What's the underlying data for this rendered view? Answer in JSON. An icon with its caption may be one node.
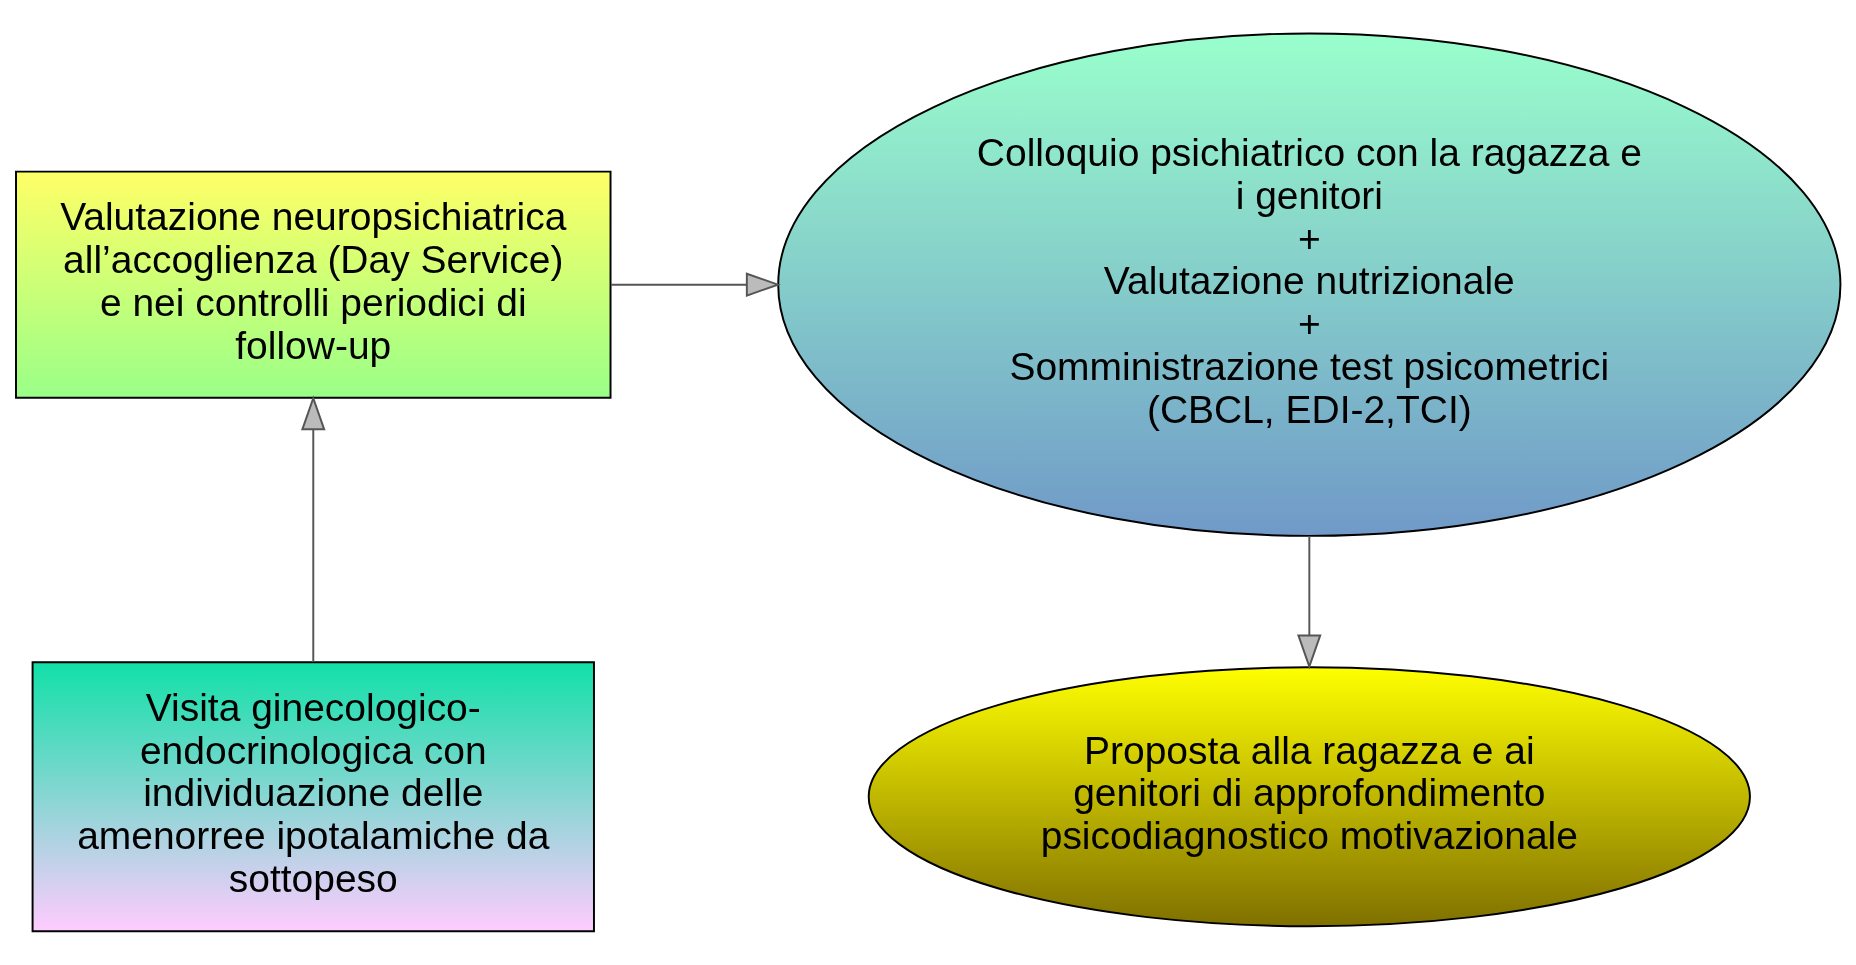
{
  "diagram": {
    "nodes": [
      {
        "text": [
          "Valutazione neuropsichiatrica all’accoglienza (Day Service) e nei controlli periodici di follow-up"
        ]
      },
      {
        "text": [
          "Colloquio psichiatrico con la ragazza e i genitori",
          "+",
          "Valutazione nutrizionale",
          "+",
          "Somministrazione test psicometrici (CBCL, EDI-2,TCI)"
        ]
      },
      {
        "text": [
          "Visita ginecologico-endocrinologica con individuazione delle amenorree ipotalamiche da sottopeso"
        ]
      },
      {
        "text": [
          "Proposta alla ragazza e ai genitori di approfondimento psicodiagnostico motivazionale"
        ]
      }
    ],
    "edges": [
      {
        "from": 2,
        "to": 0,
        "arrow": "to"
      },
      {
        "from": 0,
        "to": 1,
        "arrow": "to"
      },
      {
        "from": 1,
        "to": 3,
        "arrow": "to"
      }
    ]
  }
}
